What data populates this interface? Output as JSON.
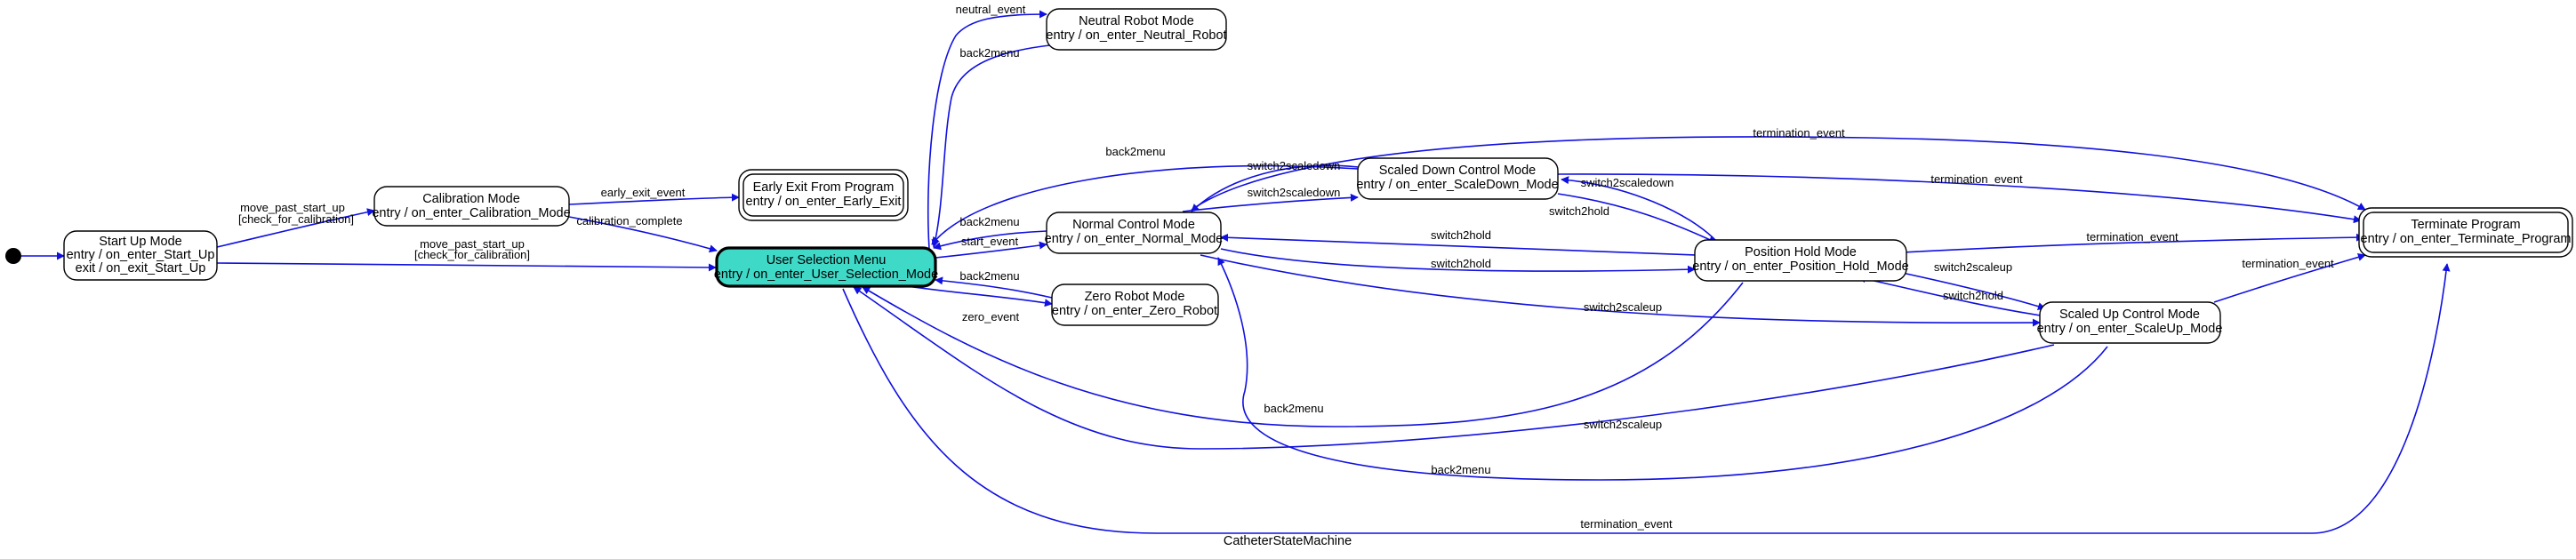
{
  "diagram": {
    "caption": "CatheterStateMachine",
    "colors": {
      "edge": "#1010e0",
      "active_fill": "#3fd9c8",
      "node_border": "#000000",
      "node_fill": "#ffffff"
    },
    "states": {
      "startup": {
        "title": "Start Up Mode",
        "lines": [
          "entry / on_enter_Start_Up",
          "exit / on_exit_Start_Up"
        ]
      },
      "calibration": {
        "title": "Calibration Mode",
        "lines": [
          "entry / on_enter_Calibration_Mode"
        ]
      },
      "early_exit": {
        "title": "Early Exit From Program",
        "lines": [
          "entry / on_enter_Early_Exit"
        ]
      },
      "user_selection": {
        "title": "User Selection Menu",
        "lines": [
          "entry / on_enter_User_Selection_Mode"
        ]
      },
      "neutral": {
        "title": "Neutral Robot Mode",
        "lines": [
          "entry / on_enter_Neutral_Robot"
        ]
      },
      "normal": {
        "title": "Normal Control Mode",
        "lines": [
          "entry / on_enter_Normal_Mode"
        ]
      },
      "zero": {
        "title": "Zero Robot Mode",
        "lines": [
          "entry / on_enter_Zero_Robot"
        ]
      },
      "scaled_down": {
        "title": "Scaled Down Control Mode",
        "lines": [
          "entry / on_enter_ScaleDown_Mode"
        ]
      },
      "position_hold": {
        "title": "Position Hold Mode",
        "lines": [
          "entry / on_enter_Position_Hold_Mode"
        ]
      },
      "scaled_up": {
        "title": "Scaled Up Control Mode",
        "lines": [
          "entry / on_enter_ScaleUp_Mode"
        ]
      },
      "terminate": {
        "title": "Terminate Program",
        "lines": [
          "entry / on_enter_Terminate_Program"
        ]
      }
    },
    "transitions": {
      "startup_to_calibration": [
        "move_past_start_up",
        "[check_for_calibration]"
      ],
      "startup_to_user": [
        "move_past_start_up",
        "[check_for_calibration]"
      ],
      "cal_early_exit": "early_exit_event",
      "cal_complete": "calibration_complete",
      "user_neutral": "neutral_event",
      "neutral_back": "back2menu",
      "user_normal": "start_event",
      "normal_back": "back2menu",
      "user_zero": "zero_event",
      "zero_back": "back2menu",
      "normal_scaledown": "switch2scaledown",
      "scaledown_normal": "switch2scaledown",
      "scaledown_back": "back2menu",
      "scaledown_terminate_top": "termination_event",
      "scaledown_terminate": "termination_event",
      "scaledown_hold": "switch2hold",
      "hold_scaledown": "switch2scaledown",
      "hold_normal": "switch2hold",
      "normal_hold": "switch2hold",
      "normal_scaleup": "switch2scaleup",
      "hold_terminate": "termination_event",
      "hold_scaleup": "switch2scaleup",
      "scaleup_hold": "switch2hold",
      "scaleup_terminate": "termination_event",
      "hold_back": "back2menu",
      "scaleup_user": "switch2scaleup",
      "scaleup_back": "back2menu",
      "user_terminate": "termination_event"
    }
  }
}
